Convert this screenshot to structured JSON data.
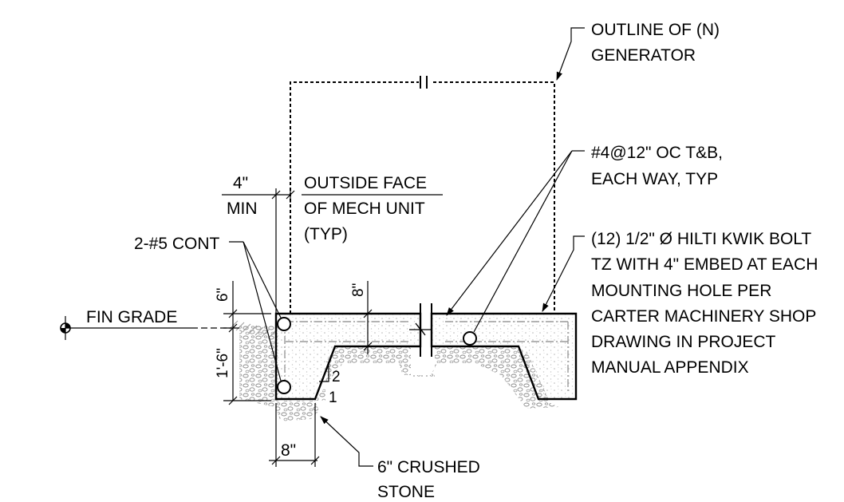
{
  "labels": {
    "generator_outline_1": "OUTLINE OF (N)",
    "generator_outline_2": "GENERATOR",
    "rebar_note_1": "#4@12\" OC T&B,",
    "rebar_note_2": "EACH WAY, TYP",
    "bolt_note_1": "(12) 1/2\" Ø HILTI KWIK BOLT",
    "bolt_note_2": "TZ WITH 4\" EMBED AT EACH",
    "bolt_note_3": "MOUNTING HOLE PER",
    "bolt_note_4": "CARTER MACHINERY SHOP",
    "bolt_note_5": "DRAWING IN PROJECT",
    "bolt_note_6": "MANUAL APPENDIX",
    "min_dim_top": "4\"",
    "min_dim_bottom": "MIN",
    "outside_face_1": "OUTSIDE FACE",
    "outside_face_2": "OF MECH UNIT",
    "outside_face_3": "(TYP)",
    "cont_bars": "2-#5 CONT",
    "fin_grade": "FIN GRADE",
    "dim_6in": "6\"",
    "dim_1ft6in": "1'-6\"",
    "dim_8in_vertical": "8\"",
    "slope_rise": "2",
    "slope_run": "1",
    "dim_8in_bottom": "8\"",
    "stone_1": "6\" CRUSHED",
    "stone_2": "STONE"
  },
  "icons": {
    "grade_marker": "circle-crosshair-icon",
    "break_symbol": "break-line-icon"
  },
  "colors": {
    "ink": "#000000",
    "concrete_stipple": "#bdbdbd",
    "gravel": "#8a8a8a"
  }
}
